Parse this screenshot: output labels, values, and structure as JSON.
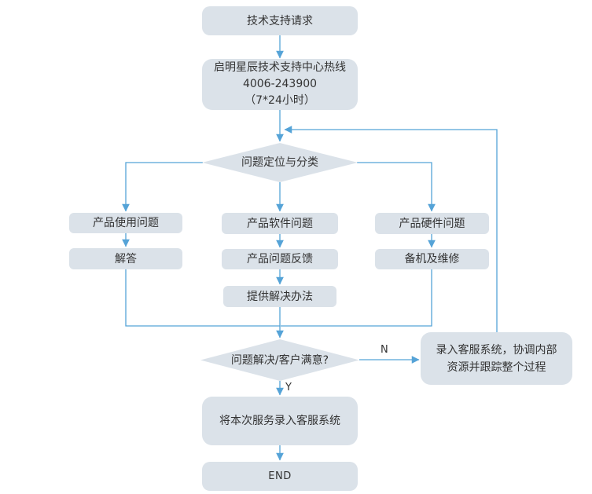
{
  "diagram": {
    "nodes": {
      "start": {
        "label": "技术支持请求"
      },
      "hotline": {
        "lines": [
          "启明星辰技术支持中心热线",
          "4006-243900",
          "（7*24小时）"
        ]
      },
      "classify": {
        "label": "问题定位与分类"
      },
      "usage": {
        "label": "产品使用问题"
      },
      "answer": {
        "label": "解答"
      },
      "software": {
        "label": "产品软件问题"
      },
      "feedback": {
        "label": "产品问题反馈"
      },
      "solution": {
        "label": "提供解决办法"
      },
      "hardware": {
        "label": "产品硬件问题"
      },
      "repair": {
        "label": "备机及维修"
      },
      "satisfied": {
        "label": "问题解决/客户满意?"
      },
      "escalate": {
        "label": "录入客服系统，协调内部资源并跟踪整个过程"
      },
      "record": {
        "label": "将本次服务录入客服系统"
      },
      "end": {
        "label": "END"
      }
    },
    "edge_labels": {
      "no": "N",
      "yes": "Y"
    }
  },
  "colors": {
    "node_fill": "#dbe2e9",
    "line": "#55a3d7",
    "text": "#333333",
    "background": "#ffffff"
  }
}
